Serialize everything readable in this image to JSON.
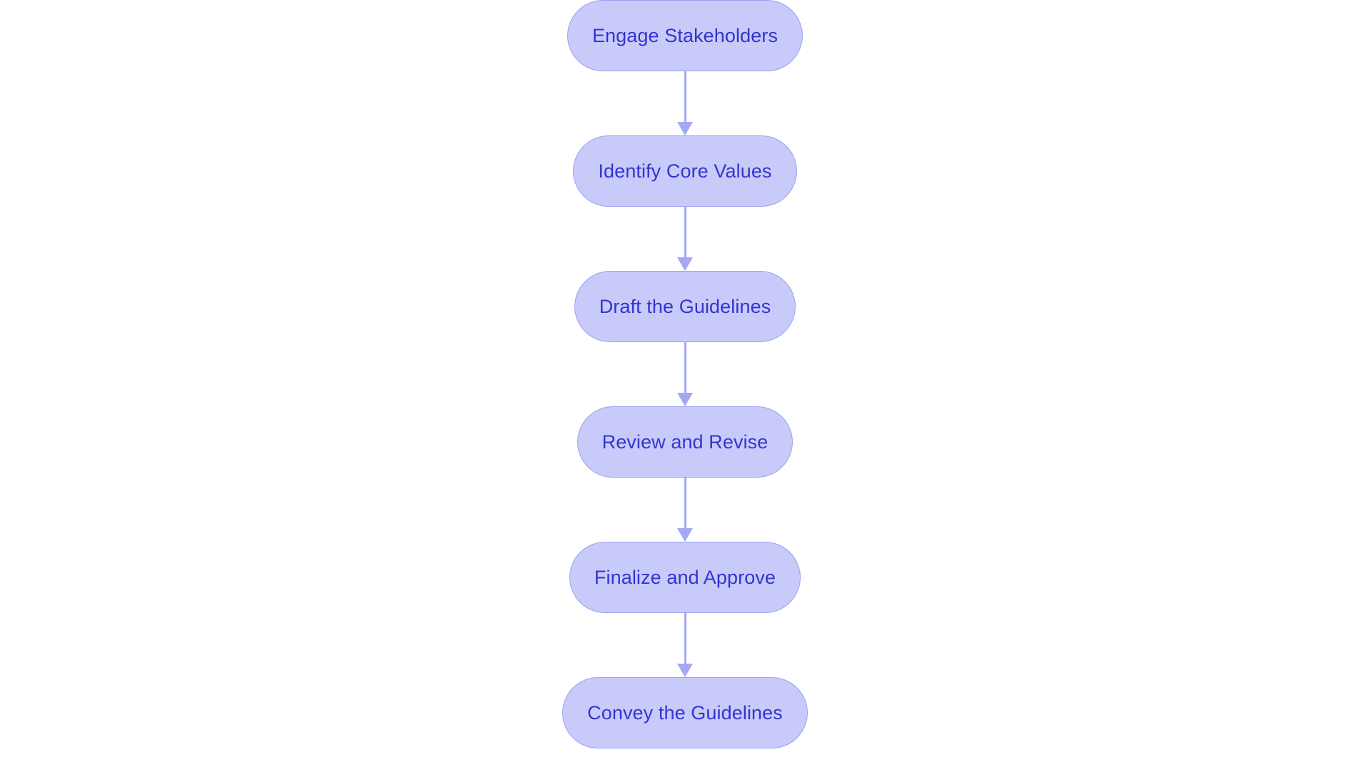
{
  "diagram": {
    "type": "flowchart",
    "orientation": "vertical",
    "title": "",
    "background_color": "#ffffff",
    "node_fill_color": "#c8cbfa",
    "node_border_color": "#9aa1ee",
    "node_text_color": "#3434cf",
    "connector_color": "#a3a9f2",
    "node_shape": "rounded-pill",
    "nodes": [
      {
        "id": "node-1",
        "label": "Engage Stakeholders"
      },
      {
        "id": "node-2",
        "label": "Identify Core Values"
      },
      {
        "id": "node-3",
        "label": "Draft the Guidelines"
      },
      {
        "id": "node-4",
        "label": "Review and Revise"
      },
      {
        "id": "node-5",
        "label": "Finalize and Approve"
      },
      {
        "id": "node-6",
        "label": "Convey the Guidelines"
      }
    ],
    "edges": [
      {
        "id": "edge-1",
        "from": "node-1",
        "to": "node-2",
        "label": "",
        "arrow": "down"
      },
      {
        "id": "edge-2",
        "from": "node-2",
        "to": "node-3",
        "label": "",
        "arrow": "down"
      },
      {
        "id": "edge-3",
        "from": "node-3",
        "to": "node-4",
        "label": "",
        "arrow": "down"
      },
      {
        "id": "edge-4",
        "from": "node-4",
        "to": "node-5",
        "label": "",
        "arrow": "down"
      },
      {
        "id": "edge-5",
        "from": "node-5",
        "to": "node-6",
        "label": "",
        "arrow": "down"
      }
    ]
  }
}
